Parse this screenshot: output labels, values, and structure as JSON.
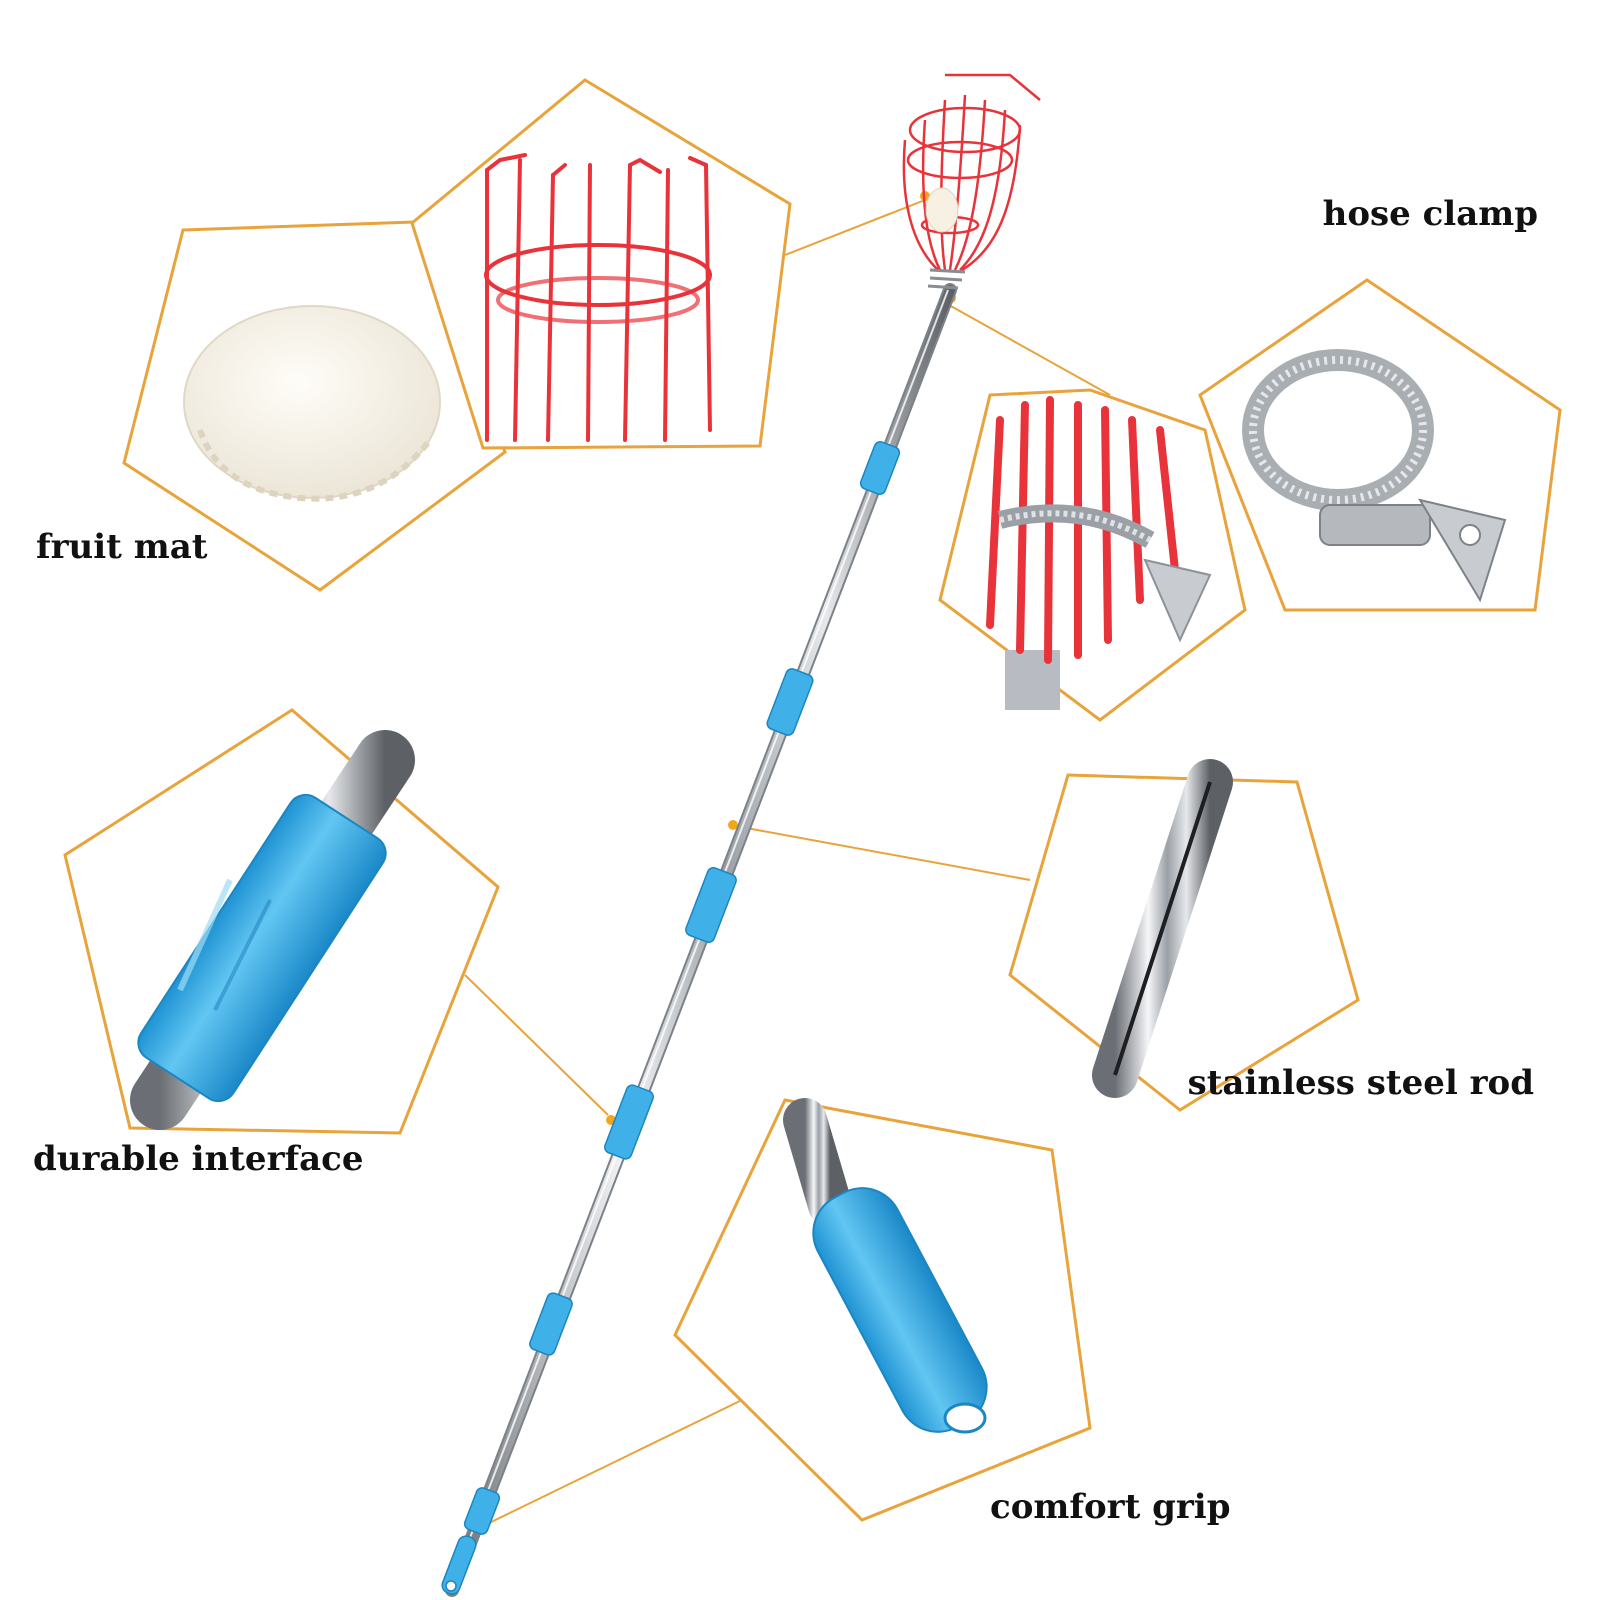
{
  "labels": {
    "fruit_mat": "fruit mat",
    "hose_clamp": "hose clamp",
    "durable_interface": "durable interface",
    "stainless_steel_rod": "stainless steel rod",
    "comfort_grip": "comfort grip"
  },
  "colors": {
    "frame": "#E8A33A",
    "basket": "#E8333A",
    "handle": "#3FB0E8",
    "steel": "#B8BCC2",
    "mat": "#F7F3EA"
  }
}
